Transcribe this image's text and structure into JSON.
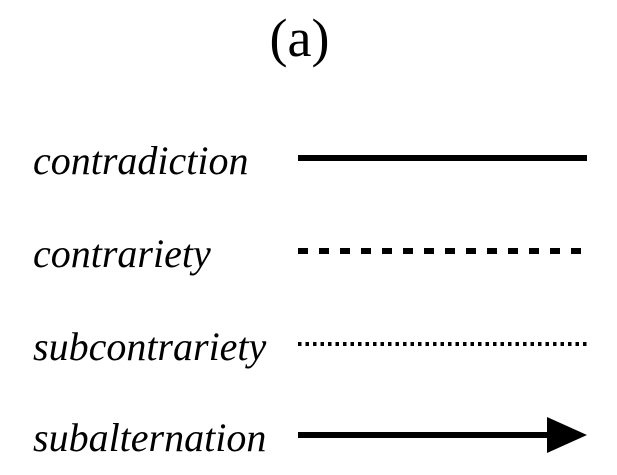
{
  "figure": {
    "title": "(a)",
    "legend": {
      "rows": [
        {
          "label": "contradiction",
          "line_style": "solid"
        },
        {
          "label": "contrariety",
          "line_style": "dashed"
        },
        {
          "label": "subcontrariety",
          "line_style": "dotted"
        },
        {
          "label": "subalternation",
          "line_style": "arrow"
        }
      ]
    },
    "colors": {
      "foreground": "#000000",
      "background": "#ffffff"
    }
  }
}
